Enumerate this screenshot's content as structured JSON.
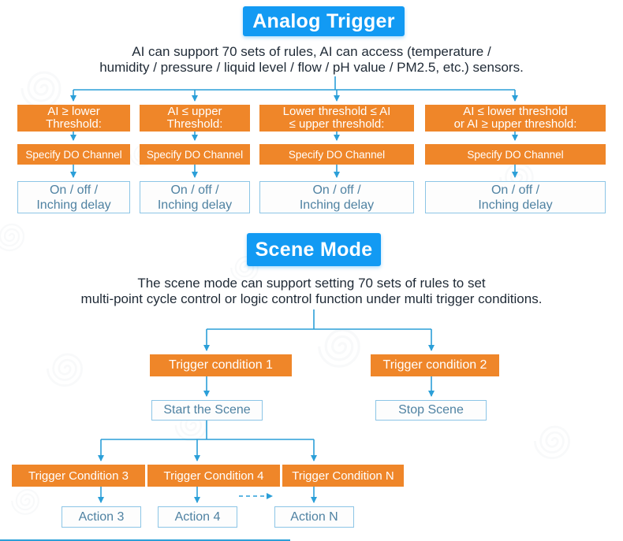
{
  "colors": {
    "header_blue": "#129af3",
    "node_orange": "#ef8629",
    "arrow_blue": "#2b9fd8",
    "outline_border": "#8cc5e6",
    "outline_text": "#4f82a2",
    "body_text": "#1f2a36"
  },
  "analog_trigger": {
    "title": "Analog Trigger",
    "description": [
      "AI can support 70 sets of rules, AI can access (temperature /",
      "humidity / pressure / liquid level / flow / pH value / PM2.5, etc.) sensors."
    ],
    "columns": [
      {
        "condition": [
          "AI ≥ lower",
          "Threshold:"
        ],
        "do_channel": "Specify DO Channel",
        "output": [
          "On / off /",
          "Inching delay"
        ]
      },
      {
        "condition": [
          "AI ≤ upper",
          "Threshold:"
        ],
        "do_channel": "Specify DO Channel",
        "output": [
          "On / off /",
          "Inching delay"
        ]
      },
      {
        "condition": [
          "Lower threshold ≤ AI",
          "≤ upper threshold:"
        ],
        "do_channel": "Specify DO Channel",
        "output": [
          "On / off /",
          "Inching delay"
        ]
      },
      {
        "condition": [
          "AI ≤ lower threshold",
          "or AI ≥ upper threshold:"
        ],
        "do_channel": "Specify DO Channel",
        "output": [
          "On / off /",
          "Inching delay"
        ]
      }
    ]
  },
  "scene_mode": {
    "title": "Scene Mode",
    "description": [
      "The scene mode can support setting 70 sets of rules to set",
      "multi-point cycle control or logic control function under multi trigger conditions."
    ],
    "nodes": {
      "trigger1": "Trigger condition 1",
      "trigger2": "Trigger condition 2",
      "start_scene": "Start the Scene",
      "stop_scene": "Stop Scene",
      "trigger3": "Trigger Condition 3",
      "trigger4": "Trigger Condition 4",
      "trigger_n": "Trigger Condition N",
      "action3": "Action 3",
      "action4": "Action 4",
      "action_n": "Action N"
    }
  }
}
